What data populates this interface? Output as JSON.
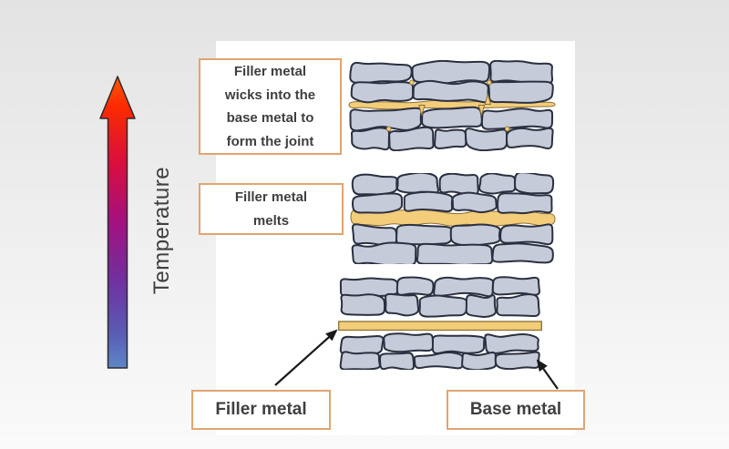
{
  "background": {
    "top": "#e3e3e3",
    "bottom": "#fafafa"
  },
  "panel": {
    "bg": "#ffffff"
  },
  "temperature_axis": {
    "label": "Temperature",
    "gradient": [
      {
        "offset": 0,
        "color": "#ff5a00"
      },
      {
        "offset": 0.1,
        "color": "#fb2b00"
      },
      {
        "offset": 0.3,
        "color": "#d90e3e"
      },
      {
        "offset": 0.5,
        "color": "#a31181"
      },
      {
        "offset": 0.7,
        "color": "#71309f"
      },
      {
        "offset": 0.88,
        "color": "#5a5cb4"
      },
      {
        "offset": 1,
        "color": "#5d87c6"
      }
    ]
  },
  "stages": [
    {
      "mode": "wicked",
      "label": "Filler metal wicks into the base metal to form the joint"
    },
    {
      "mode": "melted",
      "label": "Filler metal melts"
    },
    {
      "mode": "initial",
      "label": ""
    }
  ],
  "callouts": {
    "filler": "Filler metal",
    "base": "Base metal"
  },
  "palette": {
    "box_border": "#e0a571",
    "filler_yellow": "#f3cd79",
    "filler_edge": "#8a7035",
    "grain_fill": "#c5cbd8",
    "grain_stroke": "#2b3040",
    "text": "#3f3f3f",
    "pointer_arrow": "#1a1a1a"
  }
}
